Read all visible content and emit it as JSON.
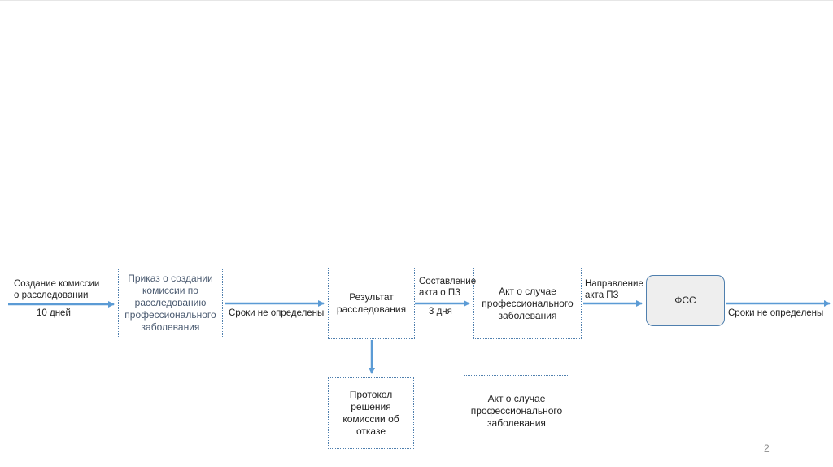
{
  "diagram": {
    "boxes": {
      "prikaz": "Приказ о создании комиссии по расследованию профессионального заболевания",
      "rezultat": "Результат расследования",
      "akt1": "Акт о случае профессионального заболевания",
      "fss": "ФСС",
      "protokol": "Протокол решения комиссии об отказе",
      "akt2": "Акт о случае профессионального заболевания"
    },
    "labels": {
      "sozdanie": "Создание комиссии\nо расследовании",
      "days10": "10 дней",
      "sroki1": "Сроки не определены",
      "sostavlenie": "Составление\nакта о ПЗ",
      "days3": "3 дня",
      "napravlenie": "Направление\nакта ПЗ",
      "sroki2": "Сроки не определены"
    },
    "page_number": "2"
  },
  "colors": {
    "arrow": "#5b9bd5",
    "box_border": "#4f7fae",
    "fss_fill": "#eeeeee"
  }
}
